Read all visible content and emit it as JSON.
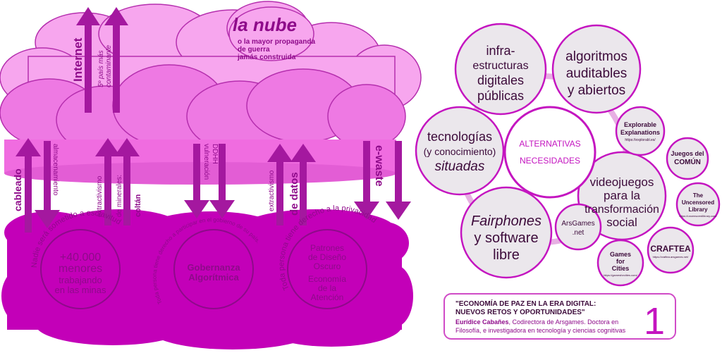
{
  "colors": {
    "cloud_light": "#f7a6ee",
    "cloud_mid": "#ee79e3",
    "cloud_band": "#f06ce0",
    "shadow": "#c300b8",
    "shadow_dark": "#9d0693",
    "purple_text": "#8e0a8a",
    "bubble_fill": "#ebe7ec",
    "bubble_border": "#c415c0",
    "title_box_border": "#d04bc7"
  },
  "cloud": {
    "title": "la nube",
    "subtitle_lines": [
      "o la mayor propaganda",
      "de guerra",
      "jamás construida"
    ],
    "internet": "Internet",
    "internet_sub_lines": [
      "5º país más",
      "contaminante"
    ]
  },
  "arrows": {
    "cableado": "cableado",
    "almacenamiento": "almacenamiento",
    "minerales_lines": [
      "extractivismo",
      "de minerales:",
      "coltán"
    ],
    "ddhh_lines": [
      "vulneración",
      "DDHH"
    ],
    "datos_lines": [
      "extractivismo",
      "de datos"
    ],
    "ewaste": "e-waste"
  },
  "shadow_area": {
    "circle1_lines": [
      "+40.000",
      "menores",
      "trabajando",
      "en las minas"
    ],
    "arc1": "Nadie será sometido a esclavitud",
    "circle2_lines": [
      "Gobernanza",
      "Algorítmica"
    ],
    "arc2": "Toda persona tiene derecho a participar en el gobierno de su país.",
    "circle3a_lines": [
      "Patrones",
      "de Diseño",
      "Oscuro"
    ],
    "circle3b_lines": [
      "Economía",
      "de la",
      "Atención"
    ],
    "arc3": "Toda persona tiene derecho a la privacidad"
  },
  "bubbles": {
    "center_lines": [
      "ALTERNATIVAS",
      "NECESIDADES"
    ],
    "infra_lines": [
      "infra-",
      "estructuras",
      "digitales",
      "públicas"
    ],
    "algoritmos_lines": [
      "algoritmos",
      "auditables",
      "y abiertos"
    ],
    "tecnologias_lines": [
      "tecnologías",
      "(y conocimiento)",
      "situadas"
    ],
    "videojuegos_lines": [
      "videojuegos",
      "para la",
      "transformación",
      "social"
    ],
    "fairphones_lines": [
      "Fairphones",
      "y software",
      "libre"
    ],
    "explorable_lines": [
      "Explorable",
      "Explanations",
      "https://explorabl.es/"
    ],
    "juegos_lines": [
      "Juegos del",
      "COMÚN"
    ],
    "uncensored_lines": [
      "The",
      "Uncensored",
      "Library",
      "https://uncensoredlibrary.com/"
    ],
    "arsgames_lines": [
      "ArsGames",
      ".net"
    ],
    "games_cities_lines": [
      "Games",
      "for",
      "Cities",
      "https://gamesforcities.com/"
    ],
    "craftea_lines": [
      "CRAFTEA",
      "https://craftea.arsgames.net/"
    ]
  },
  "footer": {
    "title_lines": [
      "\"ECONOMÍA DE PAZ EN LA ERA DIGITAL:",
      "NUEVOS RETOS Y OPORTUNIDADES\""
    ],
    "author": "Eurídice Cabañes",
    "author_rest": ", Codirectora de Arsgames. Doctora en",
    "line2": "Filosofía, e investigadora en tecnología y ciencias cognitivas",
    "number": "1"
  }
}
